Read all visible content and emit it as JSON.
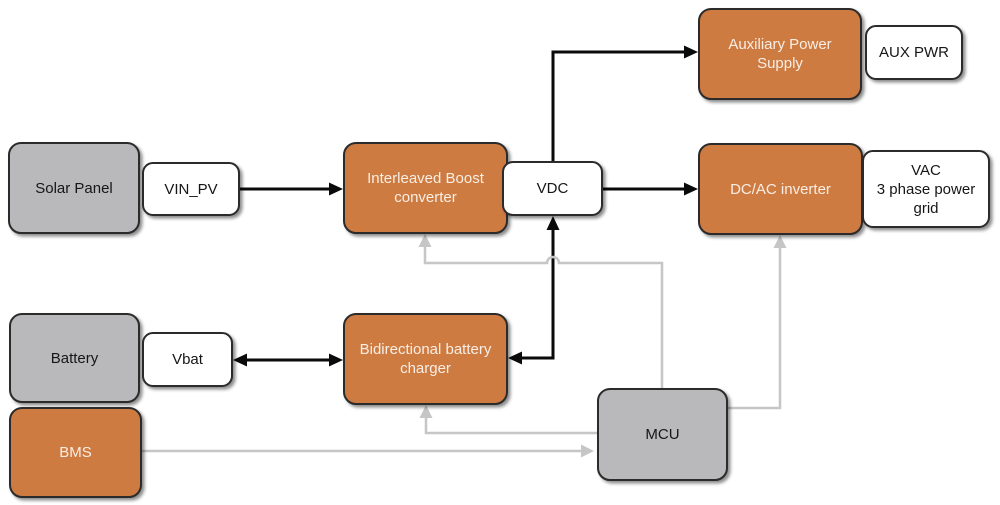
{
  "diagram": {
    "colors": {
      "converter_block_fill": "#ce7b42",
      "io_block_fill": "#b9b9bb",
      "signal_block_fill": "#ffffff",
      "block_border": "#2b2b2b",
      "power_line": "#0a0a0a",
      "control_line": "#c6c6c6"
    },
    "nodes": {
      "solar_panel": {
        "label": "Solar Panel"
      },
      "vin_pv": {
        "label": "VIN_PV"
      },
      "boost_converter": {
        "label": "Interleaved Boost converter"
      },
      "vdc": {
        "label": "VDC"
      },
      "aux_supply": {
        "label": "Auxiliary Power Supply"
      },
      "aux_pwr": {
        "label": "AUX PWR"
      },
      "inverter": {
        "label": "DC/AC inverter"
      },
      "vac": {
        "label": "VAC\n3 phase power grid"
      },
      "battery": {
        "label": "Battery"
      },
      "vbat": {
        "label": "Vbat"
      },
      "battery_charger": {
        "label": "Bidirectional battery charger"
      },
      "bms": {
        "label": "BMS"
      },
      "mcu": {
        "label": "MCU"
      }
    },
    "connections": [
      {
        "from": "VIN_PV",
        "to": "Interleaved Boost converter",
        "kind": "power",
        "bidirectional": false
      },
      {
        "from": "VDC",
        "to": "DC/AC inverter",
        "kind": "power",
        "bidirectional": false
      },
      {
        "from": "VDC",
        "to": "Auxiliary Power Supply",
        "kind": "power",
        "bidirectional": false
      },
      {
        "from": "VDC",
        "to": "Bidirectional battery charger",
        "kind": "power",
        "bidirectional": true
      },
      {
        "from": "Vbat",
        "to": "Bidirectional battery charger",
        "kind": "power",
        "bidirectional": true
      },
      {
        "from": "MCU",
        "to": "Interleaved Boost converter",
        "kind": "control",
        "bidirectional": false
      },
      {
        "from": "MCU",
        "to": "DC/AC inverter",
        "kind": "control",
        "bidirectional": false
      },
      {
        "from": "MCU",
        "to": "Bidirectional battery charger",
        "kind": "control",
        "bidirectional": false
      },
      {
        "from": "BMS",
        "to": "MCU",
        "kind": "control",
        "bidirectional": false
      }
    ]
  }
}
